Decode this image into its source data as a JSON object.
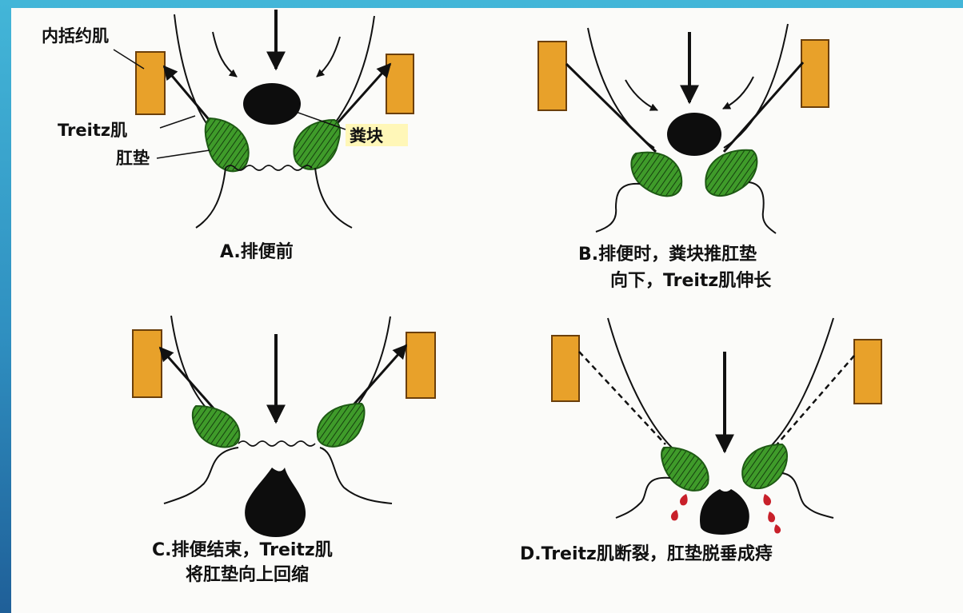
{
  "labels": {
    "sphincter": "内括约肌",
    "treitz": "Treitz肌",
    "cushion": "肛垫",
    "stool": "粪块"
  },
  "panels": [
    {
      "id": "A",
      "caption_lines": [
        "A.排便前"
      ]
    },
    {
      "id": "B",
      "caption_lines": [
        "B.排便时，粪块推肛垫",
        "向下，Treitz肌伸长"
      ]
    },
    {
      "id": "C",
      "caption_lines": [
        "C.排便结束，Treitz肌",
        "将肛垫向上回缩"
      ]
    },
    {
      "id": "D",
      "caption_lines": [
        "D.Treitz肌断裂，肛垫脱垂成痔"
      ]
    }
  ],
  "colors": {
    "muscle": "#e8a12a",
    "muscle_stroke": "#6b3f0a",
    "cushion": "#3f9b2a",
    "cushion_dark": "#1e5a14",
    "stool": "#0d0d0d",
    "blood": "#c8202a",
    "line": "#111111"
  }
}
